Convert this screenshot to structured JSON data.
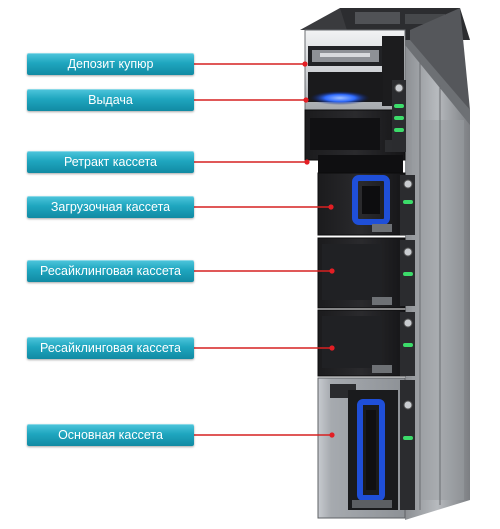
{
  "labels": [
    {
      "id": "deposit",
      "text": "Депозит купюр"
    },
    {
      "id": "dispense",
      "text": "Выдача"
    },
    {
      "id": "retract",
      "text": "Ретракт кассета"
    },
    {
      "id": "loading",
      "text": "Загрузочная кассета"
    },
    {
      "id": "recycling1",
      "text": "Ресайклинговая кассета"
    },
    {
      "id": "recycling2",
      "text": "Ресайклинговая кассета"
    },
    {
      "id": "main",
      "text": "Основная кассета"
    }
  ],
  "colors": {
    "label_top": "#4fc6dc",
    "label_bottom": "#118aa3",
    "leader_line": "#d62020",
    "marker_dot": "#e31e24",
    "led_green": "#3cdc6a",
    "blue_handle": "#1f4fd8",
    "blue_glow": "#2f6bff"
  }
}
